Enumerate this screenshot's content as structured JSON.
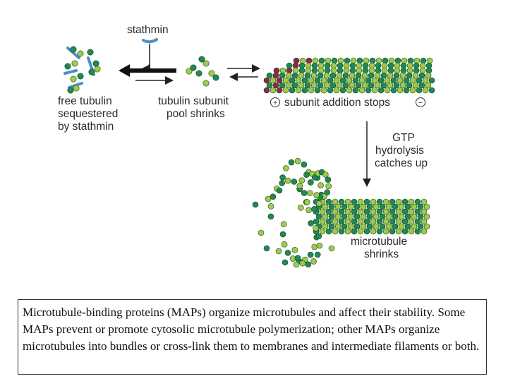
{
  "labels": {
    "stathmin": "stathmin",
    "free_tubulin": [
      "free tubulin",
      "sequestered",
      "by stathmin"
    ],
    "pool": [
      "tubulin subunit",
      "pool shrinks"
    ],
    "addition_stops": "subunit addition stops",
    "gtp": [
      "GTP",
      "hydrolysis",
      "catches up"
    ],
    "shrinks": [
      "microtubule",
      "shrinks"
    ],
    "plus_sign": "+",
    "minus_sign": "−"
  },
  "caption": "Microtubule-binding proteins (MAPs) organize microtubules and affect their stability.  Some MAPs prevent or promote cytosolic microtubule polymerization; other MAPs organize microtubules into bundles or cross-link them to membranes and intermediate filaments or both.",
  "colors": {
    "dark_green": "#1f8a52",
    "light_green": "#9ccc4a",
    "gtp_red": "#8a2e3b",
    "stathmin_blue": "#4a90c8",
    "text": "#2b2b2b"
  }
}
